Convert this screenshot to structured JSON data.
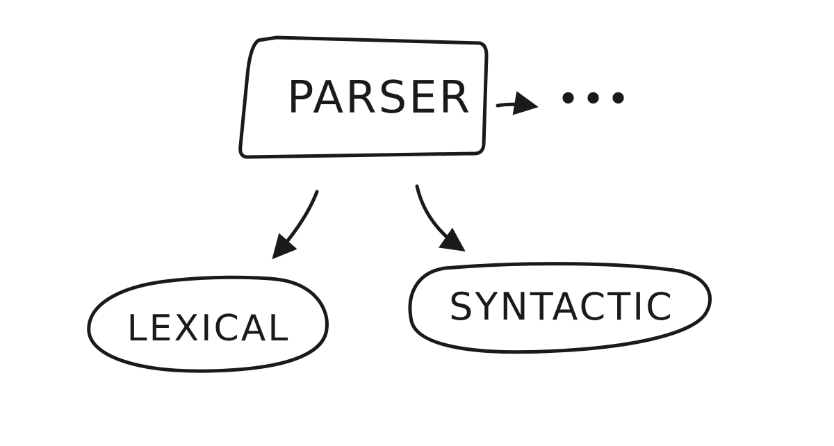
{
  "diagram": {
    "root": {
      "label": "PARSER"
    },
    "continuation": {
      "label": "•••"
    },
    "children": [
      {
        "label": "LEXICAL"
      },
      {
        "label": "SYNTACTIC"
      }
    ]
  }
}
